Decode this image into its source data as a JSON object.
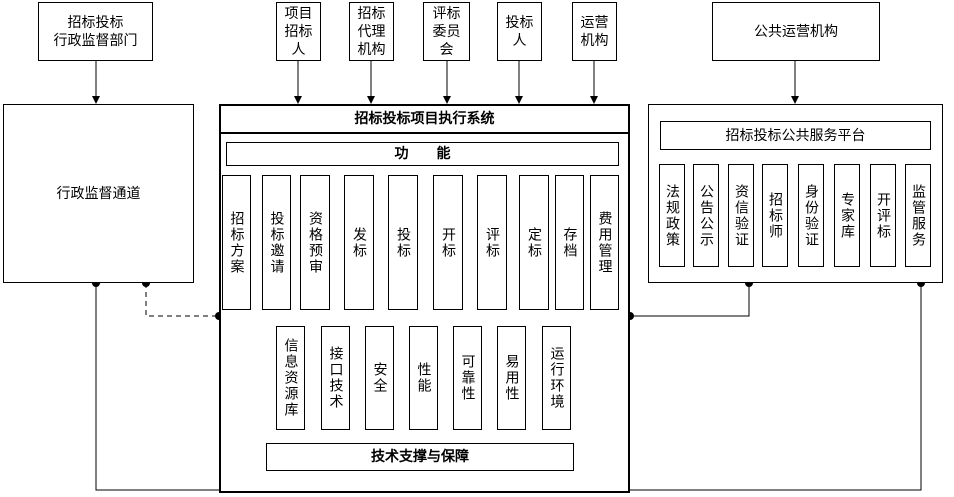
{
  "top_left": {
    "label": "招标投标\n行政监督部门"
  },
  "participants": [
    {
      "label": "项目\n招标\n人"
    },
    {
      "label": "招标\n代理\n机构"
    },
    {
      "label": "评标\n委员\n会"
    },
    {
      "label": "投标\n人"
    },
    {
      "label": "运营\n机构"
    }
  ],
  "public_operator": {
    "label": "公共运营机构"
  },
  "admin_channel": {
    "label": "行政监督通道"
  },
  "exec_system": {
    "title": "招标投标项目执行系统",
    "function_header": "功　　能",
    "functions": [
      {
        "label": "招标方案"
      },
      {
        "label": "投标邀请"
      },
      {
        "label": "资格预审"
      },
      {
        "label": "发标"
      },
      {
        "label": "投标"
      },
      {
        "label": "开标"
      },
      {
        "label": "评标"
      },
      {
        "label": "定标"
      },
      {
        "label": "存档"
      },
      {
        "label": "费用管理"
      }
    ],
    "tech_items": [
      {
        "label": "信息资源库"
      },
      {
        "label": "接口技术"
      },
      {
        "label": "安全"
      },
      {
        "label": "性能"
      },
      {
        "label": "可靠性"
      },
      {
        "label": "易用性"
      },
      {
        "label": "运行环境"
      }
    ],
    "tech_footer": "技术支撑与保障"
  },
  "public_platform": {
    "title": "招标投标公共服务平台",
    "services": [
      {
        "label": "法规政策"
      },
      {
        "label": "公告公示"
      },
      {
        "label": "资信验证"
      },
      {
        "label": "招标师"
      },
      {
        "label": "身份验证"
      },
      {
        "label": "专家库"
      },
      {
        "label": "开评标"
      },
      {
        "label": "监管服务"
      }
    ]
  }
}
